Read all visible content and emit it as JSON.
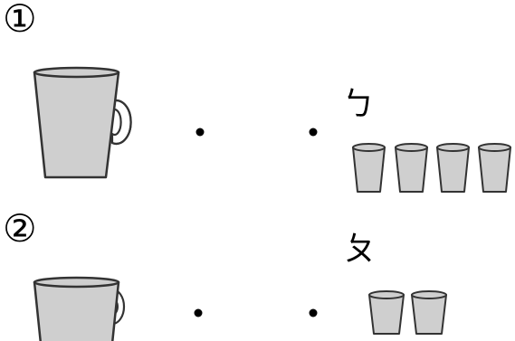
{
  "question1": {
    "number": "①",
    "answer_option": "ㄅ",
    "small_cups_shown": 4
  },
  "question2": {
    "number": "②",
    "answer_option": "ㄆ",
    "small_cups_shown": 2
  },
  "colors": {
    "cup_fill": "#cfcfcf",
    "outline": "#333333",
    "dot": "#000000"
  },
  "icons": {
    "big_mug": "mug-icon",
    "small_cup": "cup-icon",
    "dot": "match-dot"
  }
}
